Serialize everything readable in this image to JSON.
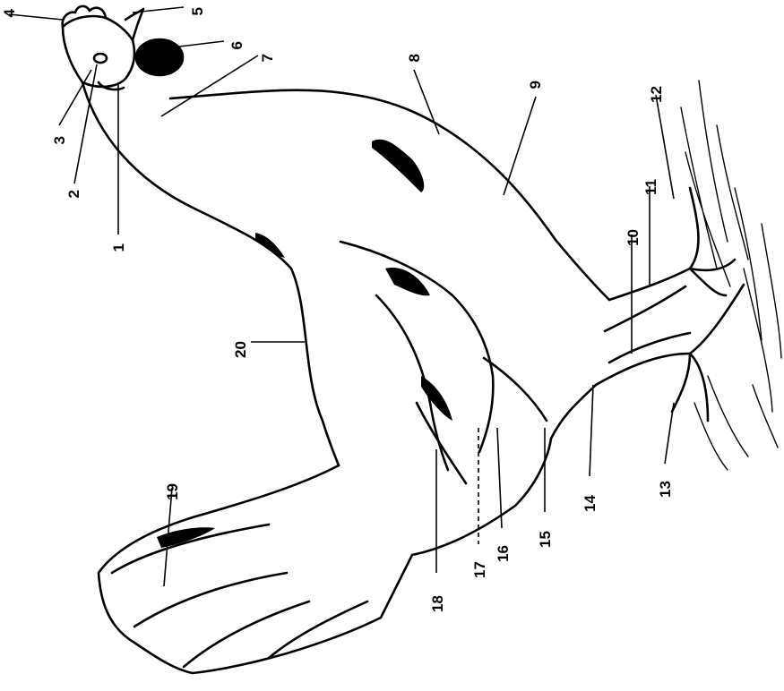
{
  "diagram": {
    "labels": [
      "1",
      "2",
      "3",
      "4",
      "5",
      "6",
      "7",
      "8",
      "9",
      "10",
      "11",
      "12",
      "13",
      "14",
      "15",
      "16",
      "17",
      "18",
      "19",
      "20"
    ]
  },
  "colors": {
    "ink": "#000000",
    "paper": "#ffffff"
  }
}
